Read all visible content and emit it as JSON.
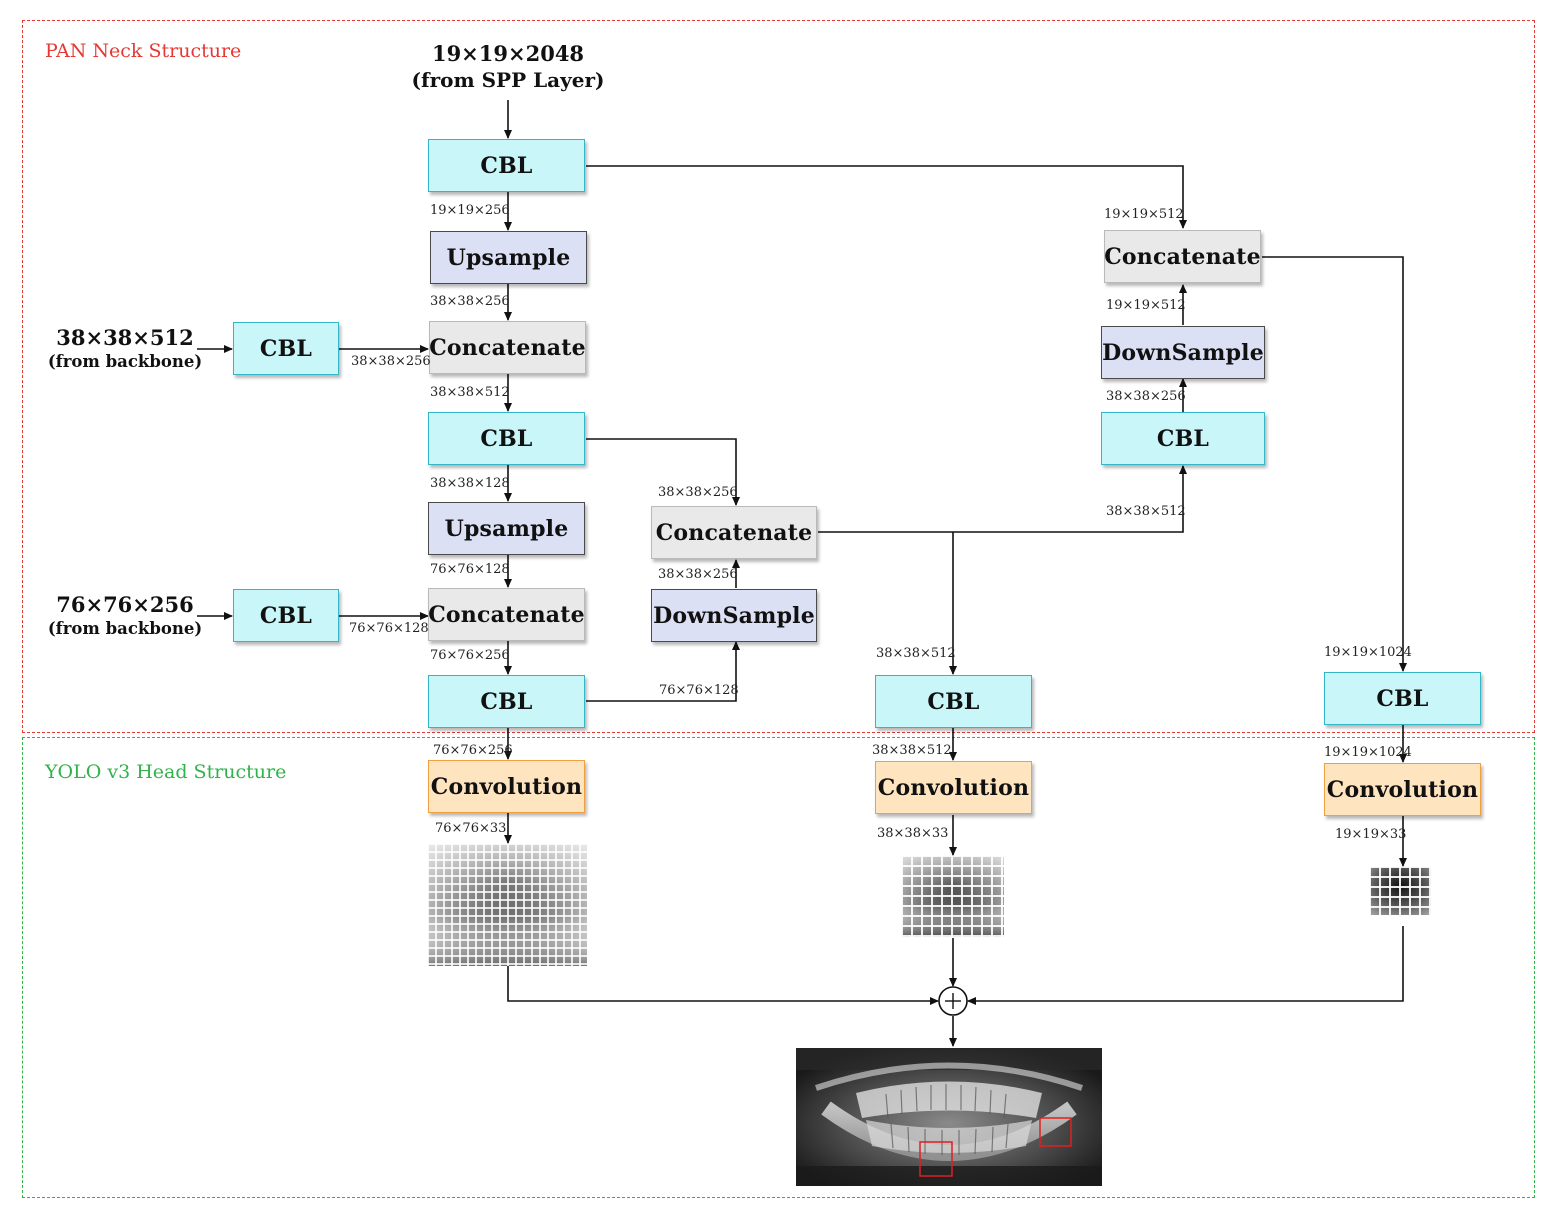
{
  "regions": {
    "neck_title": "PAN Neck Structure",
    "head_title": "YOLO v3 Head Structure"
  },
  "inputs": {
    "spp": {
      "main": "19×19×2048",
      "sub": "(from SPP Layer)"
    },
    "backbone1": {
      "main": "38×38×512",
      "sub": "(from backbone)"
    },
    "backbone2": {
      "main": "76×76×256",
      "sub": "(from backbone)"
    }
  },
  "blocks": {
    "cbl": "CBL",
    "upsample": "Upsample",
    "concatenate": "Concatenate",
    "downsample": "DownSample",
    "convolution": "Convolution"
  },
  "dims": {
    "d1": "19×19×256",
    "d2": "38×38×256",
    "d3": "38×38×256",
    "d4": "38×38×512",
    "d5": "38×38×128",
    "d6": "76×76×128",
    "d7": "76×76×128",
    "d8": "76×76×256",
    "d9": "76×76×128",
    "d10": "38×38×256",
    "d11": "38×38×256",
    "d12": "19×19×512",
    "d13": "19×19×512",
    "d14": "38×38×256",
    "d15": "38×38×512",
    "d16": "38×38×512",
    "d17": "19×19×1024",
    "d18": "76×76×256",
    "d19": "38×38×512",
    "d20": "19×19×1024",
    "d21": "76×76×33",
    "d22": "38×38×33",
    "d23": "19×19×33"
  },
  "colors": {
    "cbl": "#c9f7f9",
    "upsample": "#dbe0f5",
    "concatenate": "#e9e9e9",
    "convolution": "#ffe4c0",
    "neck_border": "#e53935",
    "head_border": "#2fb34a",
    "detection_box": "#e02020"
  },
  "icons": [
    "sum-icon",
    "dental-xray-image",
    "feature-grid-image"
  ]
}
